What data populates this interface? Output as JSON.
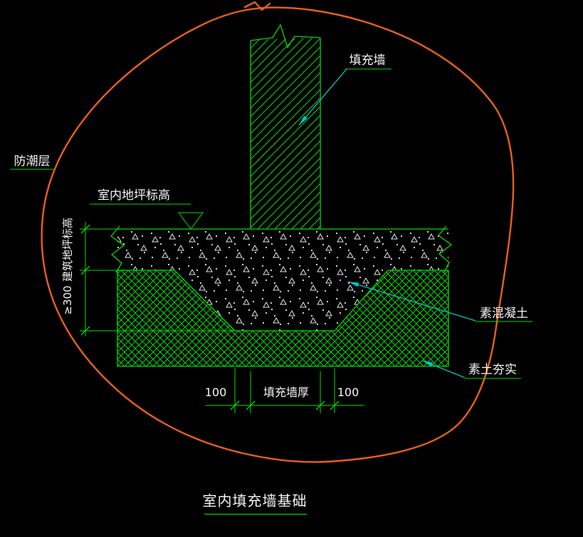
{
  "drawing": {
    "title": "室内填充墙基础",
    "callouts": {
      "fill_wall": "填充墙",
      "damp_proof_course": "防潮层",
      "indoor_floor_level": "室内地坪标高",
      "plain_concrete": "素混凝土",
      "rammed_plain_soil": "素土夯实"
    },
    "dimensions": {
      "building_floor_level": "建筑地坪标高",
      "min_embed_depth": "≥300",
      "left_offset": "100",
      "wall_thickness_label": "填充墙厚",
      "right_offset": "100"
    }
  },
  "colors": {
    "background": "#000000",
    "line_green": "#00dc00",
    "leader_cyan": "#00c8c8",
    "text_white": "#f5f5f5",
    "cloud_orange": "#e8601a",
    "concrete_dot": "#e8e8e8"
  }
}
